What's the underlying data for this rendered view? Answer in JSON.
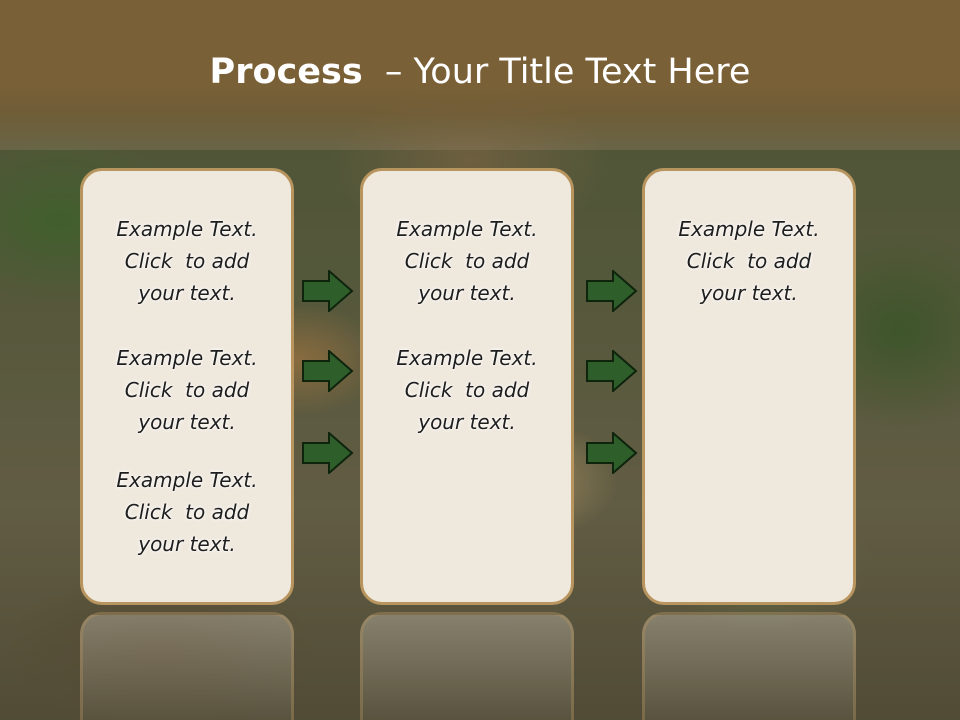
{
  "slide": {
    "title_bold": "Process",
    "title_rest": "– Your Title Text Here"
  },
  "columns": [
    {
      "blocks": [
        {
          "line1": "Example Text.",
          "line2": "Click  to add",
          "line3": "your text."
        },
        {
          "line1": "Example Text.",
          "line2": "Click  to add",
          "line3": "your text."
        },
        {
          "line1": "Example Text.",
          "line2": "Click  to add",
          "line3": "your text."
        }
      ]
    },
    {
      "blocks": [
        {
          "line1": "Example Text.",
          "line2": "Click  to add",
          "line3": "your text."
        },
        {
          "line1": "Example Text.",
          "line2": "Click  to add",
          "line3": "your text."
        }
      ]
    },
    {
      "blocks": [
        {
          "line1": "Example Text.",
          "line2": "Click  to add",
          "line3": "your text."
        }
      ]
    }
  ],
  "icons": {
    "arrow": "right-arrow-icon"
  },
  "colors": {
    "title_band": "#7a6037",
    "card_fill": "#efe8dd",
    "card_border": "#b8955e",
    "arrow_fill": "#2e5e2a"
  }
}
